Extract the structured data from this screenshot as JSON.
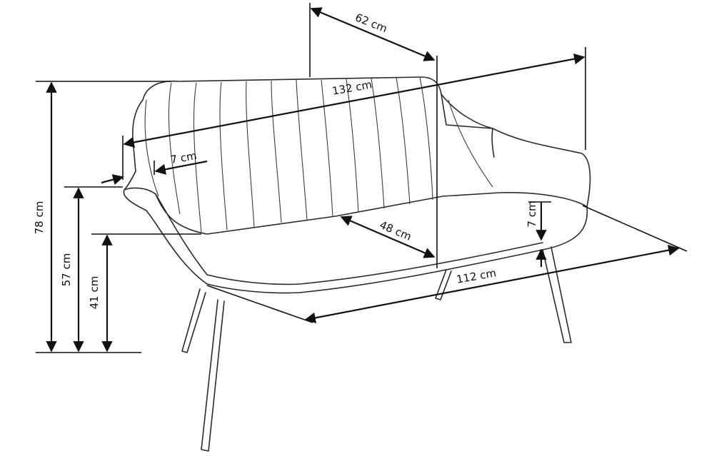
{
  "dimensions": {
    "depth": "62 cm",
    "width_total": "132 cm",
    "armrest_width": "7 cm",
    "height_total": "78 cm",
    "armrest_height": "57 cm",
    "seat_height": "41 cm",
    "seat_depth": "48 cm",
    "seat_thickness": "7 cm",
    "seat_width": "112 cm"
  }
}
